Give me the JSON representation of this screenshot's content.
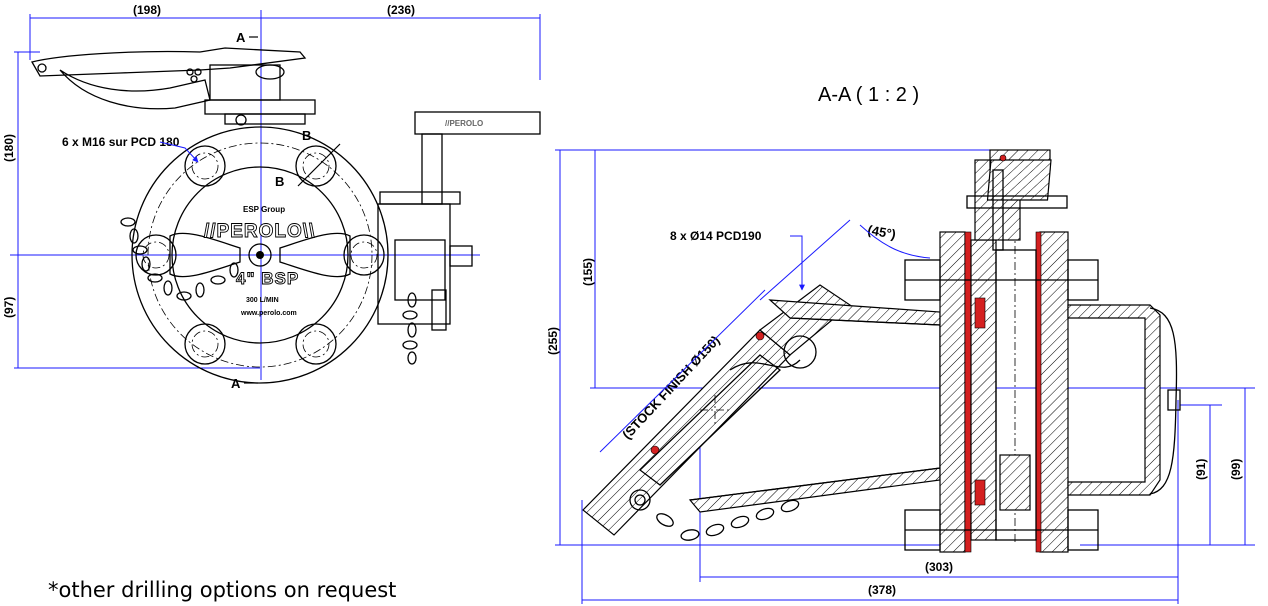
{
  "front_view": {
    "dim_top_left": "(198)",
    "dim_top_right": "(236)",
    "dim_left_upper": "(180)",
    "dim_left_lower": "(97)",
    "section_mark_top": "A",
    "section_mark_bottom": "A",
    "detail_mark_1": "B",
    "detail_mark_2": "B",
    "bolt_callout": "6 x M16 sur PCD 180",
    "cap_group_text": "ESP Group",
    "cap_brand": "//PEROLO\\\\",
    "cap_size": "4\" BSP",
    "cap_small_1": "300 L/MIN",
    "cap_small_2": "www.perolo.com"
  },
  "section_view": {
    "title": "A-A ( 1 : 2 )",
    "bolt_callout": "8 x Ø14 PCD190",
    "angle": "(45°)",
    "stock_finish": "(STOCK FINISH Ø150)",
    "dim_155": "(155)",
    "dim_255": "(255)",
    "dim_91": "(91)",
    "dim_99": "(99)",
    "dim_303": "(303)",
    "dim_378": "(378)"
  },
  "footnote": "*other drilling options on request"
}
